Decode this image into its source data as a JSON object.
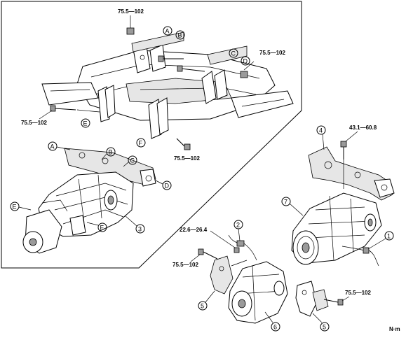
{
  "diagram": {
    "torque_labels": [
      "75.5—102",
      "75.5—102",
      "75.5—102",
      "75.5—102",
      "43.1—60.8",
      "22.6—26.4",
      "75.5—102",
      "75.5—102"
    ],
    "unit": "N·m",
    "inset_letters": [
      "A",
      "B",
      "C",
      "D",
      "E",
      "F"
    ],
    "lower_left_letters": [
      "A",
      "B",
      "C",
      "D",
      "E",
      "F"
    ],
    "part_numbers": [
      "1",
      "2",
      "3",
      "4",
      "5",
      "5",
      "6",
      "7"
    ]
  }
}
